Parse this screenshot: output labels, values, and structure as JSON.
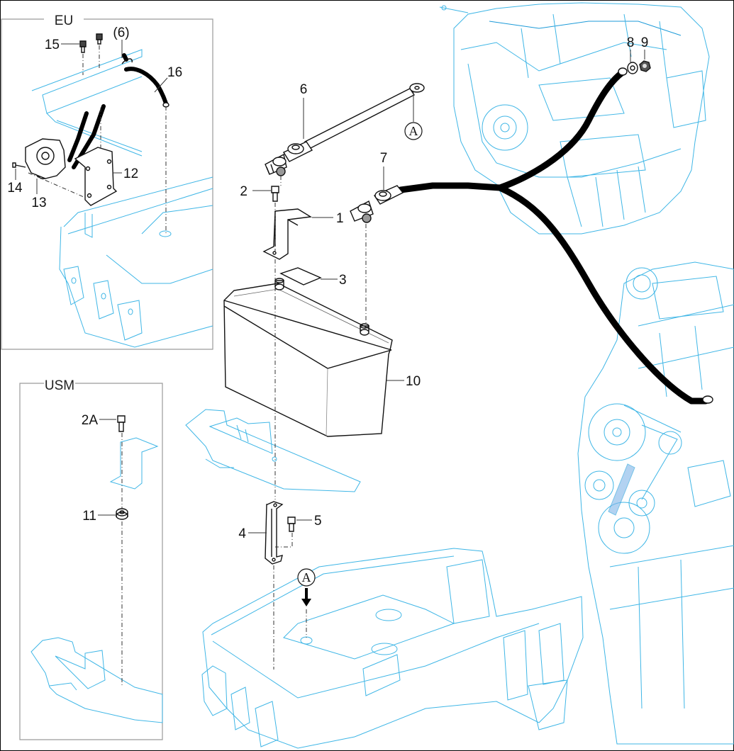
{
  "diagram": {
    "type": "exploded-parts-diagram",
    "subject": "Battery and battery cable installation",
    "insets": [
      {
        "id": "eu",
        "title": "EU"
      },
      {
        "id": "usm",
        "title": "USM"
      }
    ],
    "callouts": [
      {
        "id": "1",
        "label": "1",
        "part": "battery clamp bracket"
      },
      {
        "id": "2",
        "label": "2",
        "part": "bolt"
      },
      {
        "id": "2A",
        "label": "2A",
        "part": "bolt (USM)"
      },
      {
        "id": "3",
        "label": "3",
        "part": "pad"
      },
      {
        "id": "4",
        "label": "4",
        "part": "hold-down rod bracket"
      },
      {
        "id": "5",
        "label": "5",
        "part": "bolt"
      },
      {
        "id": "6",
        "label": "6",
        "part": "negative battery cable"
      },
      {
        "id": "6ref",
        "label": "(6)",
        "part": "negative battery cable (reference)"
      },
      {
        "id": "7",
        "label": "7",
        "part": "positive battery cable"
      },
      {
        "id": "8",
        "label": "8",
        "part": "washer"
      },
      {
        "id": "9",
        "label": "9",
        "part": "nut"
      },
      {
        "id": "10",
        "label": "10",
        "part": "battery"
      },
      {
        "id": "11",
        "label": "11",
        "part": "spacer (USM)"
      },
      {
        "id": "12",
        "label": "12",
        "part": "switch bracket (EU)"
      },
      {
        "id": "13",
        "label": "13",
        "part": "battery disconnect switch (EU)"
      },
      {
        "id": "14",
        "label": "14",
        "part": "bolt (EU)"
      },
      {
        "id": "15",
        "label": "15",
        "part": "bolt (EU)"
      },
      {
        "id": "16",
        "label": "16",
        "part": "ground cable (EU)"
      }
    ],
    "reference_markers": [
      {
        "id": "A-cable",
        "label": "A"
      },
      {
        "id": "A-frame",
        "label": "A"
      }
    ],
    "colors": {
      "context_lines": "#3fb6e6",
      "part_lines": "#111111",
      "inset_border": "#9a9a9a"
    }
  }
}
